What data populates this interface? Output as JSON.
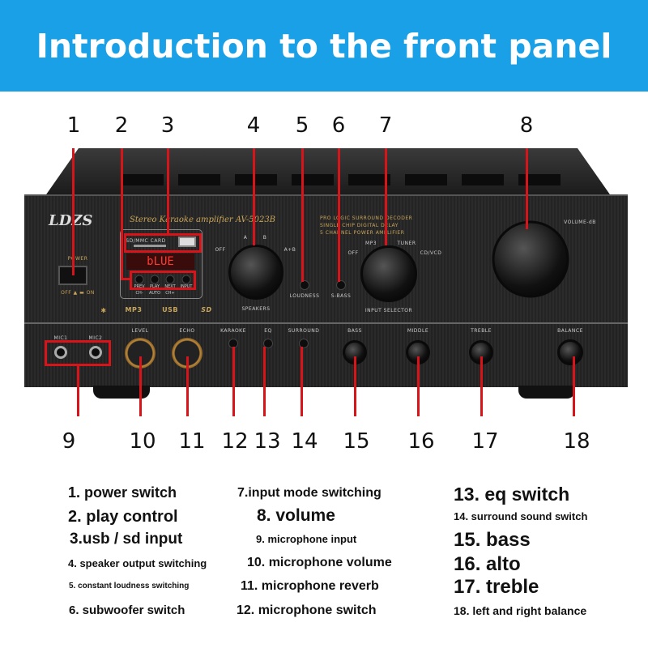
{
  "header": {
    "title": "Introduction to the front panel"
  },
  "colors": {
    "header_bg": "#1aa0e6",
    "callout": "#d8141b"
  },
  "top_numbers": [
    "1",
    "2",
    "3",
    "4",
    "5",
    "6",
    "7",
    "8"
  ],
  "bottom_numbers": [
    "9",
    "10",
    "11",
    "12",
    "13",
    "14",
    "15",
    "16",
    "17",
    "18"
  ],
  "device": {
    "brand": "LDZS",
    "model": "Stereo Karaoke amplifier AV-5023B",
    "features": [
      "PRO LOGIC SURROUND DECODER",
      "SINGLE CHIP DIGITAL DELAY",
      "5 CHANNEL POWER AMPLIFIER"
    ],
    "power": "POWER",
    "power_states": "OFF ▲ ▬ ON",
    "card": "SD/MMC CARD",
    "display": "bLUE",
    "player_buttons": [
      "PREV",
      "PLAY",
      "NEXT",
      "INPUT"
    ],
    "player_sub": [
      "CH-",
      "AUTO",
      "CH+"
    ],
    "media_logos": [
      "MP3",
      "USB",
      "SD"
    ],
    "speakers": "SPEAKERS",
    "speaker_positions": [
      "OFF",
      "A",
      "B",
      "A+B"
    ],
    "loudness": "LOUDNESS",
    "sbass": "S-BASS",
    "input_selector": "INPUT SELECTOR",
    "input_positions": [
      "OFF",
      "MP3",
      "TUNER",
      "CD/VCD"
    ],
    "volume": "VOLUME-dB",
    "mics": [
      "MIC1",
      "MIC2"
    ],
    "lower_labels": [
      "LEVEL",
      "ECHO",
      "KARAOKE",
      "EQ",
      "SURROUND",
      "BASS",
      "MIDDLE",
      "TREBLE",
      "BALANCE"
    ]
  },
  "legend": {
    "col1": [
      "1. power switch",
      "2. play control",
      "3.usb / sd input",
      "4. speaker output switching",
      "5. constant loudness switching",
      "6. subwoofer switch"
    ],
    "col2": [
      "7.input mode switching",
      "8. volume",
      "9. microphone input",
      "10. microphone volume",
      "11. microphone reverb",
      "12. microphone switch"
    ],
    "col3": [
      "13. eq switch",
      "14. surround sound switch",
      "15. bass",
      "16. alto",
      "17. treble",
      "18. left and right balance"
    ]
  }
}
